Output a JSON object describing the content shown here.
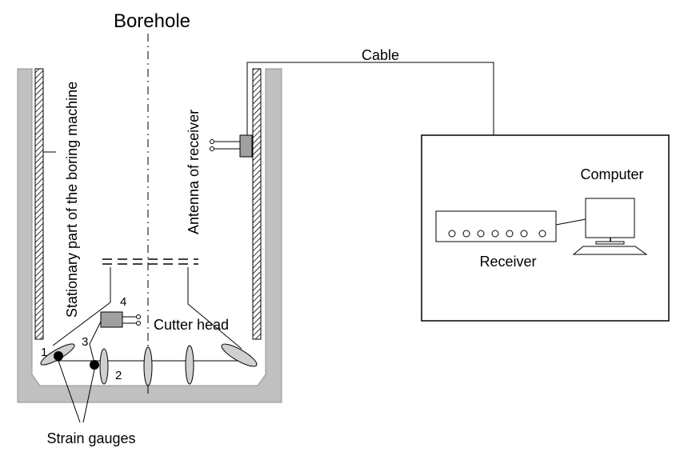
{
  "title": "Borehole",
  "labels": {
    "cable": "Cable",
    "computer": "Computer",
    "receiver": "Receiver",
    "antenna": "Antenna of receiver",
    "stationary_part": "Stationary part of the boring machine",
    "cutter_head": "Cutter head",
    "strain_gauges": "Strain gauges"
  },
  "markers": [
    "1",
    "2",
    "3",
    "4"
  ],
  "colors": {
    "wall": "#c0c0c0",
    "module": "#a0a0a0",
    "line": "#000000",
    "ellipse": "#d0d0d0",
    "background": "#ffffff"
  }
}
